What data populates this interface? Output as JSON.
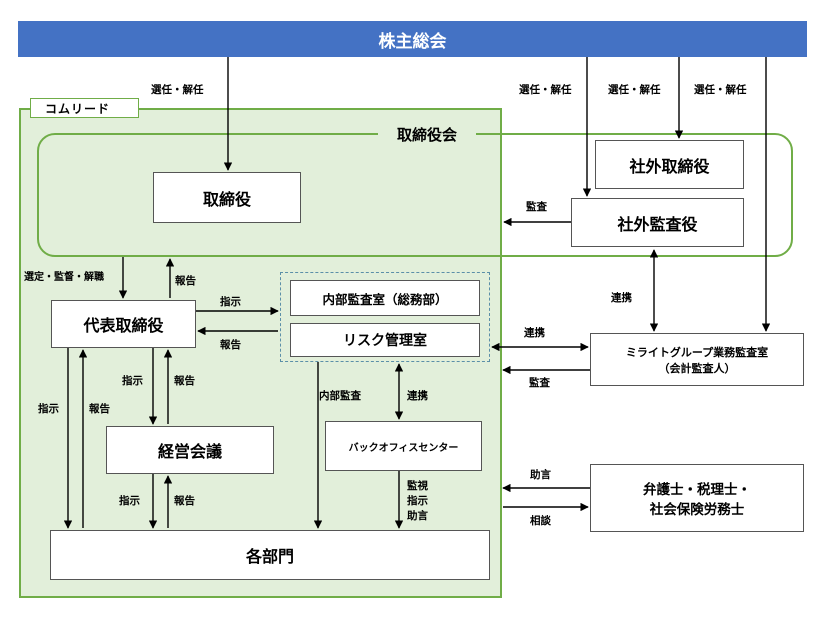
{
  "top": {
    "title": "株主総会"
  },
  "company_tab": "コムリード",
  "board": {
    "label": "取締役会",
    "directors": "取締役",
    "outside_directors": "社外取締役",
    "outside_auditors": "社外監査役"
  },
  "boxes": {
    "ceo": "代表取締役",
    "internal_audit": "内部監査室（総務部）",
    "risk": "リスク管理室",
    "mgmt_meeting": "経営会議",
    "back_office": "バックオフィスセンター",
    "departments": "各部門",
    "mirait_audit_line1": "ミライトグループ業務監査室",
    "mirait_audit_line2": "（会計監査人）",
    "advisors_line1": "弁護士・税理士・",
    "advisors_line2": "社会保険労務士"
  },
  "labels": {
    "elect1": "選任・解任",
    "elect2": "選任・解任",
    "elect3": "選任・解任",
    "elect4": "選任・解任",
    "audit_board": "監査",
    "select_supervise": "選定・監督・解職",
    "report_ceo_up": "報告",
    "instruct_risk": "指示",
    "report_risk": "報告",
    "coop_outside": "連携",
    "coop_mirait": "連携",
    "audit_mirait": "監査",
    "internal_audit_line": "内部監査",
    "coop_backoffice": "連携",
    "instruct_mgmt": "指示",
    "report_mgmt": "報告",
    "instruct_left": "指示",
    "report_left": "報告",
    "instruct_dept": "指示",
    "report_dept": "報告",
    "monitor1": "監視",
    "monitor2": "指示",
    "monitor3": "助言",
    "advice": "助言",
    "consult": "相談"
  },
  "colors": {
    "top_bar": "#4472c4",
    "green_fill": "#e2efda",
    "green_border": "#70ad47",
    "dashed": "#5b8fa8"
  }
}
